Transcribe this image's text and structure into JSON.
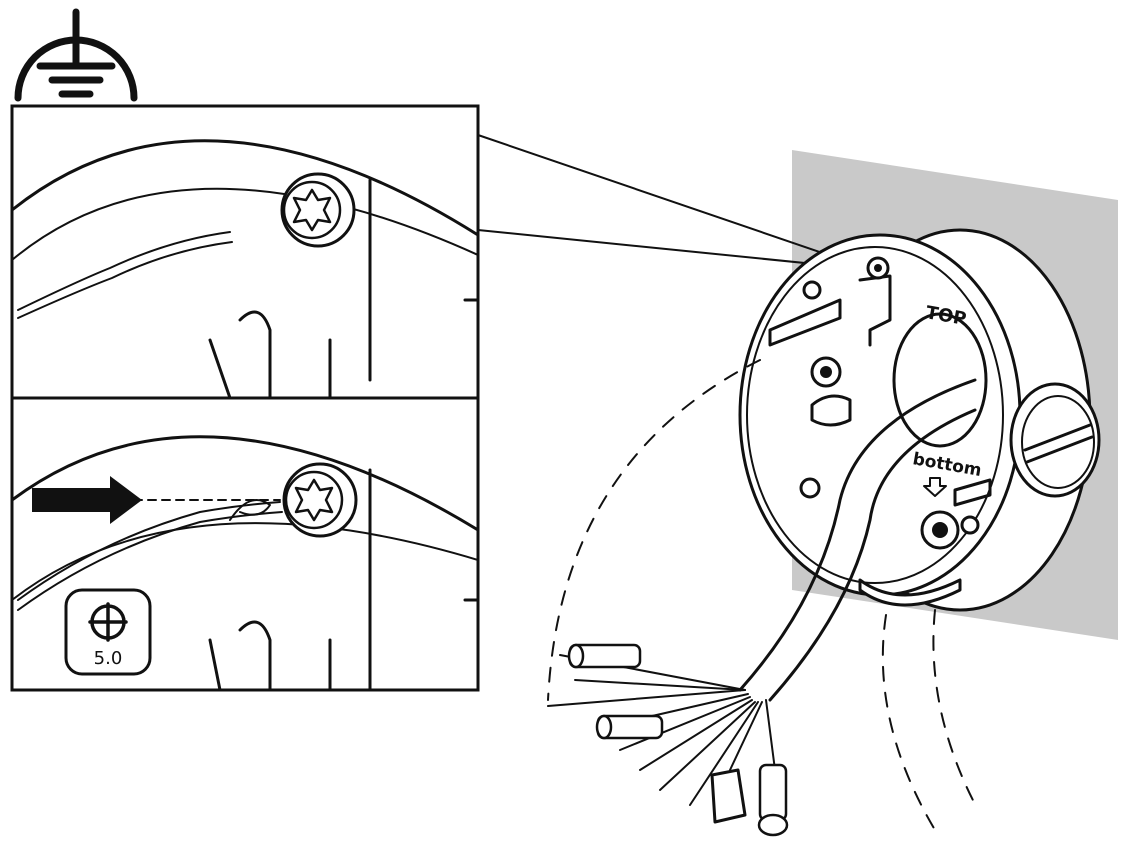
{
  "screwdriver_badge": {
    "size_label": "5.0"
  },
  "box_labels": {
    "top": "TOP",
    "bottom": "bottom"
  },
  "icons": [
    "ground-symbol-icon",
    "phillips-screwdriver-icon",
    "direction-arrow-icon"
  ]
}
